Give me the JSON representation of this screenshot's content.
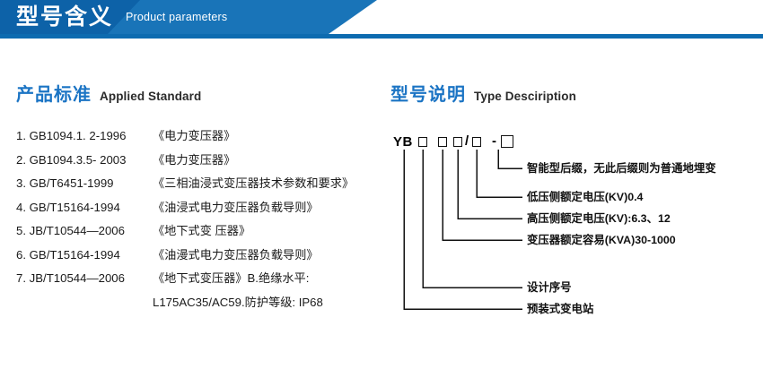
{
  "header": {
    "title_cn": "型号含义",
    "title_en": "Product parameters",
    "color_dark": "#0d62a8",
    "color_light": "#1974b8",
    "rule_color": "#0d6bb0"
  },
  "left": {
    "heading_cn": "产品标准",
    "heading_en": "Applied Standard",
    "heading_color": "#1b74c4",
    "standards": [
      {
        "code": "1. GB1094.1. 2-1996",
        "name": "《电力变压器》"
      },
      {
        "code": "2. GB1094.3.5- 2003",
        "name": "《电力变压器》"
      },
      {
        "code": "3. GB/T6451-1999",
        "name": "《三相油浸式变压器技术参数和要求》"
      },
      {
        "code": "4. GB/T15164-1994",
        "name": "《油浸式电力变压器负载导则》"
      },
      {
        "code": "5. JB/T10544—2006",
        "name": "《地下式变 压器》"
      },
      {
        "code": "6. GB/T15164-1994",
        "name": "《油漫式电力变压器负载导则》"
      },
      {
        "code": "7. JB/T10544—2006",
        "name": "《地下式变压器》B.绝缘水平:"
      }
    ],
    "continuation": "L175AC35/AC59.防护等级: IP68"
  },
  "right": {
    "heading_cn": "型号说明",
    "heading_en": "Type Desciription",
    "heading_color": "#1b74c4",
    "code": {
      "prefix": "YB",
      "slash": "/",
      "dash": "-"
    },
    "annotations": [
      {
        "text": "智能型后缀，无此后缀则为普通地埋变"
      },
      {
        "text": "低压侧额定电压(KV)0.4"
      },
      {
        "text": "高压侧额定电压(KV):6.3、12"
      },
      {
        "text": "变压器额定容易(KVA)30-1000"
      },
      {
        "text": "设计序号"
      },
      {
        "text": "预装式变电站"
      }
    ]
  }
}
